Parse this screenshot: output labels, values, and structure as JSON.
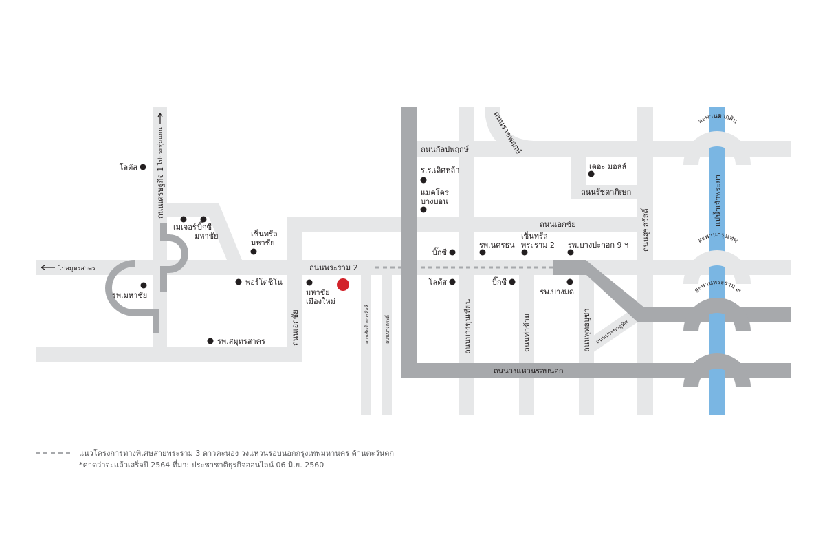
{
  "colors": {
    "minor_road": "#e6e7e8",
    "major_road": "#a7a9ac",
    "river": "#7ab6e3",
    "location_marker": "#d2232a",
    "poi": "#231f20"
  },
  "directions": {
    "to_samut_sakhon": "ไปสมุทรสาคร",
    "to_krathum_baen": "ไปกระทุ่มแบน"
  },
  "roads": {
    "setthakit1": "ถนนเศรษฐกิจ 1",
    "ekkachai_v": "ถนนเอกชัย",
    "ekkachai_h": "ถนนเอกชัย",
    "rama2": "ถนนพระราม 2",
    "phanthai": "ถนนพันท้ายนรสิงห์",
    "bangkradi": "ถนนบางกระดี่",
    "kanlapaphruek": "ถนนกัลปพฤกษ์",
    "ratchaphruek": "ถนนราชพฤกษ์",
    "ratchadaphisek": "ถนนรัชดาภิเษก",
    "suksawat": "ถนนสุขสวัสดิ์",
    "bangkhunthian": "ถนนบางขุนเทียน",
    "thakham": "ถนนท่าข้าม",
    "phutthabucha": "ถนนพุทธบูชา",
    "prachauthit": "ถนนประชาอุทิศ",
    "outer_ring": "ถนนวงแหวนรอบนอก"
  },
  "river": "แม่น้ำเจ้าพระยา",
  "bridges": {
    "taksin": "สะพานตากสิน",
    "krungthep": "สะพานกรุงเทพ",
    "rama9": "สะพานพระราม ๙"
  },
  "places": {
    "lotus1": "โลตัส",
    "major": "เมเจอร์",
    "bigc1_a": "บิ๊กซี",
    "bigc1_b": "มหาชัย",
    "central1_a": "เซ็นทรัล",
    "central1_b": "มหาชัย",
    "porto": "พอร์โตชิโน",
    "hosp_mahachai": "รพ.มหาชัย",
    "hosp_samutsakhon": "รพ.สมุทรสาคร",
    "mahachai_a": "มหาชัย",
    "mahachai_b": "เมืองใหม่",
    "lertla": "ร.ร.เลิศหล้า",
    "makro_a": "แมคโคร",
    "makro_b": "บางบอน",
    "bigc2": "บิ๊กซี",
    "nakornthon": "รพ.นครธน",
    "central2_a": "เซ็นทรัล",
    "central2_b": "พระราม 2",
    "bangpakok": "รพ.บางปะกอก 9 ฯ",
    "themall": "เดอะ มอลล์",
    "lotus2": "โลตัส",
    "bigc3": "บิ๊กซี",
    "bangmod": "รพ.บางมด"
  },
  "legend": {
    "dashed_line": "แนวโครงการทางพิเศษสายพระราม 3 ดาวคะนอง วงแหวนรอบนอกกรุงเทพมหานคร ด้านตะวันตก",
    "note": "*คาดว่าจะแล้วเสร็จปี 2564 ที่มา: ประชาชาติธุรกิจออนไลน์ 06 มิ.ย. 2560"
  }
}
